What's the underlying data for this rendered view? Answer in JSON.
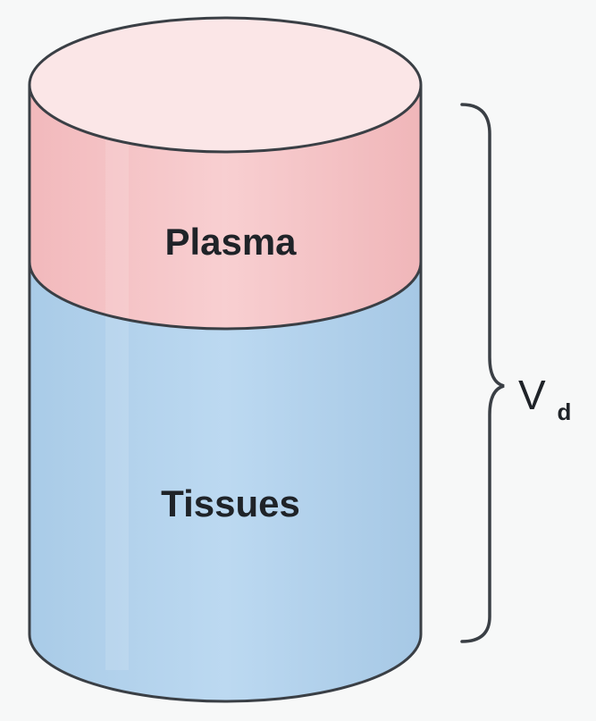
{
  "layers": {
    "plasma": {
      "label": "Plasma",
      "color": "#f6c6c8",
      "top_color": "#fbe6e7"
    },
    "tissues": {
      "label": "Tissues",
      "color": "#b4d4ee"
    }
  },
  "bracket": {
    "label_main": "V",
    "label_sub": "d"
  },
  "colors": {
    "outline": "#3a3f45",
    "background": "#f7f8f8"
  }
}
